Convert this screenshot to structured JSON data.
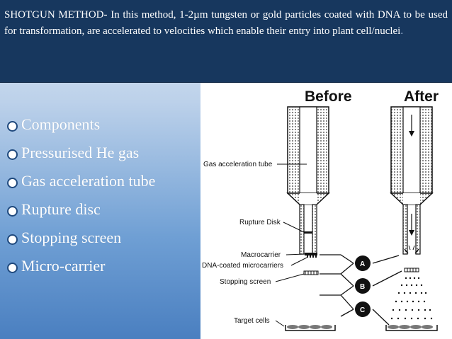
{
  "header": {
    "text": "SHOTGUN METHOD- In this method, 1-2µm tungsten or gold particles coated with DNA to be used for transformation, are accelerated to velocities which enable their entry into plant cell/nuclei",
    "trailing": "."
  },
  "bullets": [
    {
      "label": "Components"
    },
    {
      "label": "Pressurised He gas"
    },
    {
      "label": "Gas acceleration tube"
    },
    {
      "label": "Rupture disc"
    },
    {
      "label": "Stopping screen"
    },
    {
      "label": "Micro-carrier"
    }
  ],
  "diagram": {
    "title_before": "Before",
    "title_after": "After",
    "labels": {
      "gas_tube": "Gas acceleration tube",
      "rupture": "Rupture Disk",
      "macrocarrier": "Macrocarrier",
      "microcarriers": "DNA-coated microcarriers",
      "stopping": "Stopping screen",
      "target": "Target cells"
    },
    "markers": [
      "A",
      "B",
      "C"
    ]
  }
}
